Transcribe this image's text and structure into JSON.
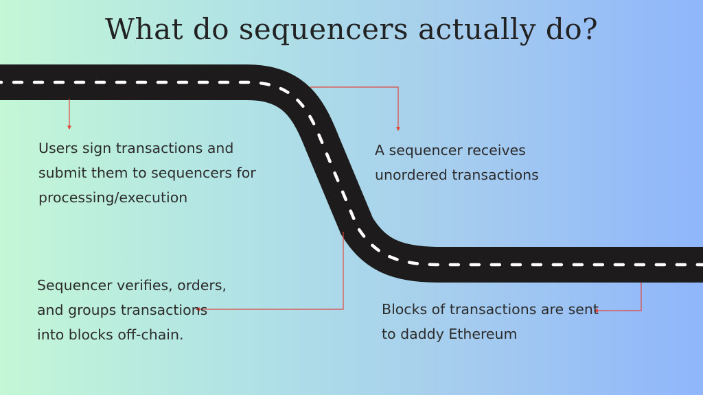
{
  "title": "What do sequencers actually do?",
  "colors": {
    "road": "#1d1b1b",
    "dash": "#ffffff",
    "connector": "#e0473c",
    "gradient_start": "#c4f7d6",
    "gradient_end": "#8fb6fb"
  },
  "steps": [
    {
      "id": "users-submit",
      "text": "Users sign transactions and submit them to sequencers for processing/execution"
    },
    {
      "id": "receive",
      "text": "A sequencer receives unordered transactions"
    },
    {
      "id": "verify-order-group",
      "text": "Sequencer verifies, orders, and groups transactions into blocks off-chain."
    },
    {
      "id": "send-to-ethereum",
      "text": "Blocks of transactions are sent to daddy Ethereum"
    }
  ]
}
